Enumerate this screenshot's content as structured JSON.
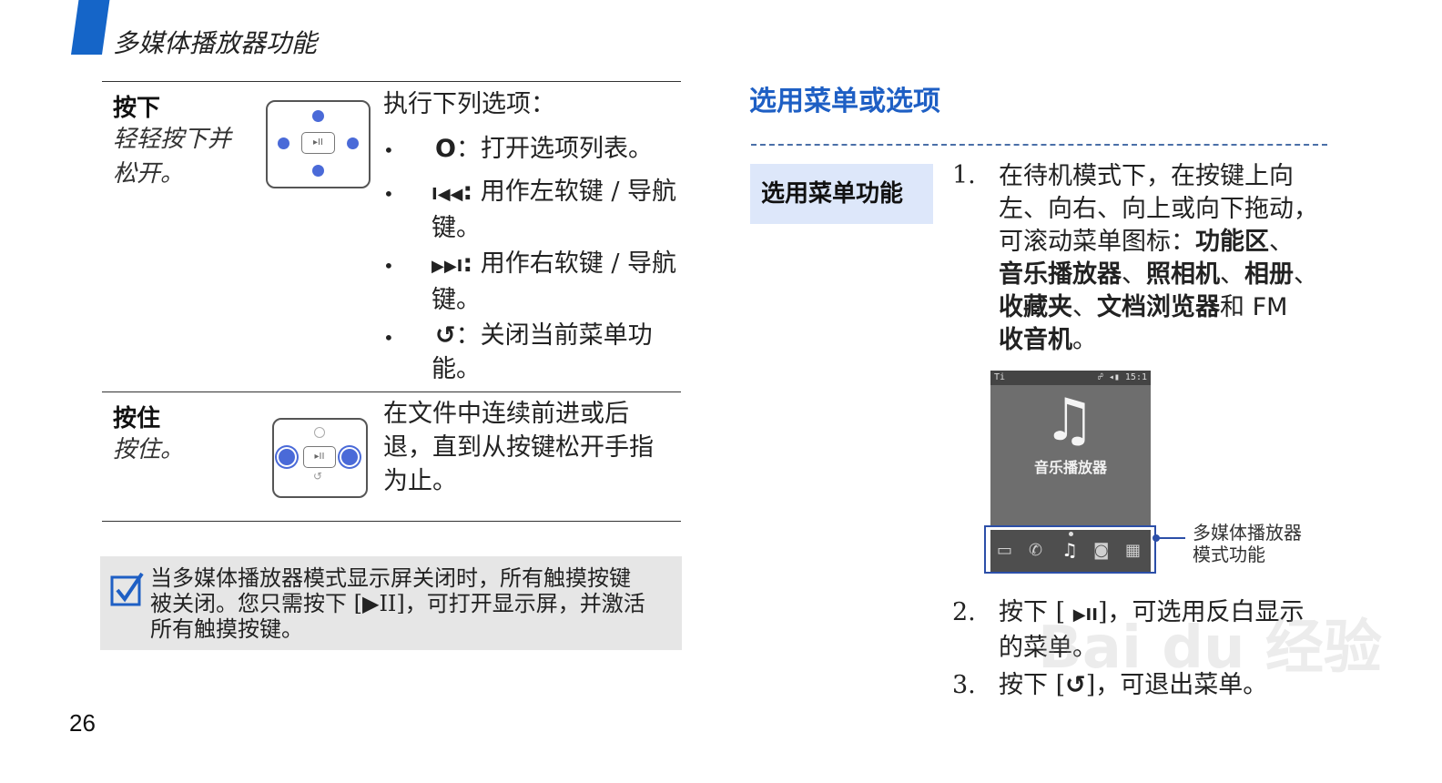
{
  "header": {
    "title": "多媒体播放器功能"
  },
  "key_table": {
    "row1": {
      "key": "按下",
      "desc_lines": [
        "轻轻按下并",
        "松开。"
      ],
      "pad_center": "▸II",
      "intro": "执行下列选项：",
      "bullets": [
        {
          "icon": "O",
          "sep": "：",
          "text_line1": "打开选项列表。",
          "text_line2": ""
        },
        {
          "icon": "I◀◀",
          "sep": ":",
          "text_line1": "用作左软键 / 导航",
          "text_line2": "键。"
        },
        {
          "icon": "▶▶I",
          "sep": ":",
          "text_line1": "用作右软键 / 导航",
          "text_line2": "键。"
        },
        {
          "icon": "↺",
          "sep": "：",
          "text_line1": "关闭当前菜单功",
          "text_line2": "能。"
        }
      ]
    },
    "row2": {
      "key": "按住",
      "desc": "按住。",
      "pad_center": "▸II",
      "pad_bottom": "↺",
      "text_lines": [
        "在文件中连续前进或后",
        "退，直到从按键松开手指",
        "为止。"
      ]
    }
  },
  "note": {
    "lines": [
      "当多媒体播放器模式显示屏关闭时，所有触摸按键",
      "被关闭。您只需按下 [▶II]，可打开显示屏，并激活",
      "所有触摸按键。"
    ]
  },
  "section": {
    "title": "选用菜单或选项",
    "side_label": "选用菜单功能"
  },
  "steps": {
    "step1": {
      "num": "1.",
      "line1": "在待机模式下，在按键上向",
      "line2": "左、向右、向上或向下拖动，",
      "line3_pre": "可滚动菜单图标：",
      "line3_bold": "功能区",
      "line3_post": "、",
      "line4_b1": "音乐播放器",
      "line4_s1": "、",
      "line4_b2": "照相机",
      "line4_s2": "、",
      "line4_b3": "相册",
      "line4_s3": "、",
      "line5_b1": "收藏夹",
      "line5_s1": "、",
      "line5_b2": "文档浏览器",
      "line5_s2": "和 FM",
      "line6_b1": "收音机",
      "line6_s1": "。"
    },
    "step2": {
      "num": "2.",
      "line1_pre": "按下 [ ",
      "line1_icon": "▶II",
      "line1_post": "]，可选用反白显示",
      "line2": "的菜单。"
    },
    "step3": {
      "num": "3.",
      "line1_pre": "按下 [",
      "line1_icon": "↺",
      "line1_post": "]，可退出菜单。"
    }
  },
  "phone": {
    "status_left": "Ti ",
    "status_right": "☍ ◂▮ 15:1",
    "note_glyph": "♫",
    "screen_label": "音乐播放器",
    "strip_icons": [
      "▭",
      "✆",
      "♫",
      "◙",
      "▦"
    ]
  },
  "callout": {
    "lines": [
      "多媒体播放器",
      "模式功能"
    ]
  },
  "watermark": {
    "text": "Bai du 经验"
  },
  "page_number": "26",
  "colors": {
    "accent_blue": "#1e5fc4",
    "header_bar": "#1565c8",
    "side_box": "#dde7fa",
    "note_bg": "#e6e6e6",
    "pad_dot": "#4a6ad8"
  }
}
